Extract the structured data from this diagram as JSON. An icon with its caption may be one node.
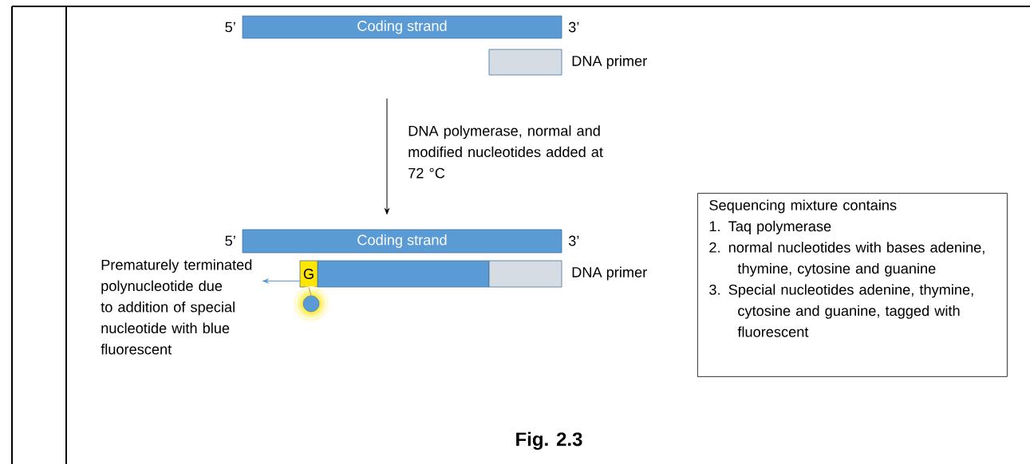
{
  "diagram": {
    "caption": "Fig. 2.3",
    "nodes": [
      {
        "text": [
          "Coding strand"
        ],
        "beside": [
          "5’",
          "3’"
        ]
      },
      {
        "text": [],
        "shape": "box",
        "beside": [
          "DNA primer"
        ]
      },
      {
        "text": [
          "Coding strand"
        ],
        "beside": [
          "5’",
          "3’"
        ]
      },
      {
        "text": [],
        "shape": "bar"
      },
      {
        "text": [],
        "shape": "box",
        "beside": [
          "DNA primer"
        ]
      },
      {
        "text": [
          "G"
        ]
      },
      {
        "text": [],
        "shape": "circle"
      },
      {
        "text": [
          "Prematurely terminated polynucleotide due to addition of special nucleotide with blue fluorescent"
        ]
      },
      {
        "text": [
          "Sequencing mixture contains",
          "1. Taq polymerase",
          "2. normal nucleotides with bases adenine, thymine, cytosine and guanine",
          "3. Special nucleotides adenine, thymine, cytosine and guanine, tagged with fluorescent"
        ]
      }
    ],
    "edges": [
      {
        "from": 0,
        "to": 2,
        "arrow": "to",
        "label": "DNA polymerase, normal and modified nucleotides added at 72 °C"
      },
      {
        "from": 5,
        "to": 7,
        "arrow": "to",
        "color": "#5b9bd5"
      },
      {
        "from": 5,
        "to": 6,
        "arrow": "none",
        "color": "#a5a56e"
      }
    ]
  }
}
